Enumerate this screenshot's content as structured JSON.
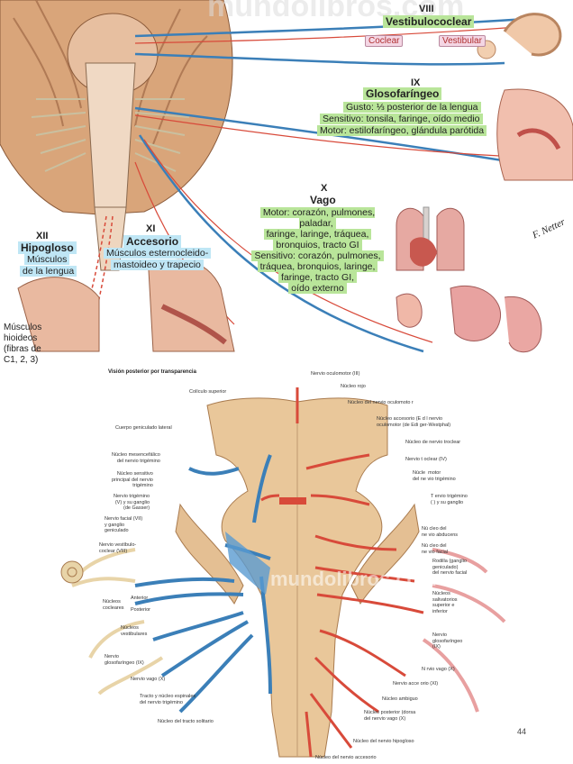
{
  "top": {
    "viii": {
      "numeral": "VIII",
      "title": "Vestibulococlear",
      "tag_coclear": "Coclear",
      "tag_vestibular": "Vestibular"
    },
    "ix": {
      "numeral": "IX",
      "title": "Glosofaríngeo",
      "lines": [
        "Gusto: ⅓ posterior de la lengua",
        "Sensitivo: tonsila, faringe, oído medio",
        "Motor: estilofaríngeo, glándula parótida"
      ]
    },
    "x": {
      "numeral": "X",
      "title": "Vago",
      "lines": [
        "Motor: corazón, pulmones, paladar,",
        "faringe, laringe, tráquea,",
        "bronquios, tracto GI",
        "Sensitivo: corazón, pulmones,",
        "tráquea, bronquios, laringe,",
        "faringe, tracto GI,",
        "oído externo"
      ]
    },
    "xii": {
      "numeral": "XII",
      "title": "Hipogloso",
      "lines": [
        "Músculos",
        "de la lengua"
      ]
    },
    "xi": {
      "numeral": "XI",
      "title": "Accesorio",
      "lines": [
        "Músculos esternocleido-",
        "mastoideo y trapecio"
      ]
    },
    "hioideos": [
      "Músculos",
      "hioideos",
      "(fibras de",
      "C1, 2, 3)"
    ],
    "watermark": "mundolibros.com",
    "signature": "F. Netter"
  },
  "bottom": {
    "title": "Visión posterior por transparencia",
    "page_number": "44",
    "watermark": "mundolibros.com",
    "left_labels": [
      "Colículo superior",
      "Cuerpo geniculado lateral",
      "Núcleo mesencefálico|del nervio trigémino",
      "Núcleo sensitivo|principal del nervio|trigémino",
      "Nervio trigémino|(V) y su ganglio|(de Gasser)",
      "Nervio facial (VII)|y ganglio|geniculado",
      "Nervio vestíbulo-|coclear (VIII)",
      "Anterior",
      "Núcleos|cocleares",
      "Posterior",
      "Núcleos|vestibulares",
      "Nervio|glosofaríngeo (IX)",
      "Nervio vago (X)",
      "Tracto y núcleo espinales|del nervio trigémino",
      "Núcleo del tracto solitario"
    ],
    "right_labels": [
      "Nervio oculomotor (III)",
      "Núcleo rojo",
      "Núcleo del nervio oculomoto r",
      "Núcleo accesorio (E d l nervio|oculomotor (de Edi ger-Westphal)",
      "Núcleo de  nervio troclear",
      "Nervio t oclear (IV)",
      "Núcle  motor|del ne vio trigémino",
      "T ervio trigémino|( ) y su ganglio",
      "Nú cleo del|ne vio abducens",
      "Nú cleo del|ne vio facial",
      "Rodilla (ganglio|geniculado)|del nervio facial",
      "Núcleos|salivatorios|superior e|inferior",
      "Nervio|glosofaríngeo|(IX)",
      "N rvio vago (X)",
      "Nervio acce orio (XI)",
      "Núcleo ambiguo",
      "Núcleo posterior (dorsa|del nervio vago (X)",
      "Núcleo del nervio hipogloso",
      "Núcleo del nervio accesorio"
    ]
  },
  "colors": {
    "green_box": "#b9e59a",
    "blue_box": "#bfe6f5",
    "nerve_blue": "#3b7fb8",
    "nerve_red": "#d84a3a",
    "tissue": "#e9c79a"
  }
}
